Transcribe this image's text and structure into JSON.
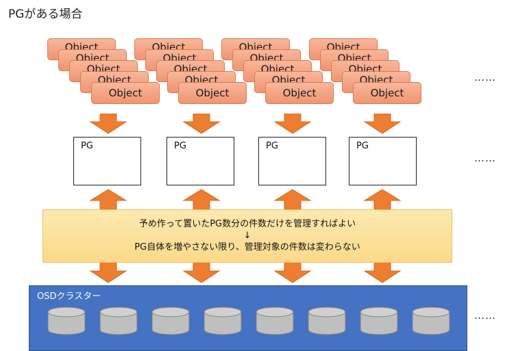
{
  "title": "PGがある場合",
  "object_label": "Object",
  "pg_label": "PG",
  "ellipsis": "……",
  "note": {
    "line1": "予め作って置いたPG数分の件数だけを管理すればよい",
    "line2": "↓",
    "line3": "PG自体を増やさない限り、管理対象の件数は変わらない"
  },
  "osd_cluster_label": "OSDクラスター",
  "colors": {
    "object_fill": "#f4a582",
    "arrow": "#ed7d31",
    "note_fill": "#fde2a0",
    "osd_fill": "#4472c4",
    "disk_fill": "#bfbfbf"
  }
}
